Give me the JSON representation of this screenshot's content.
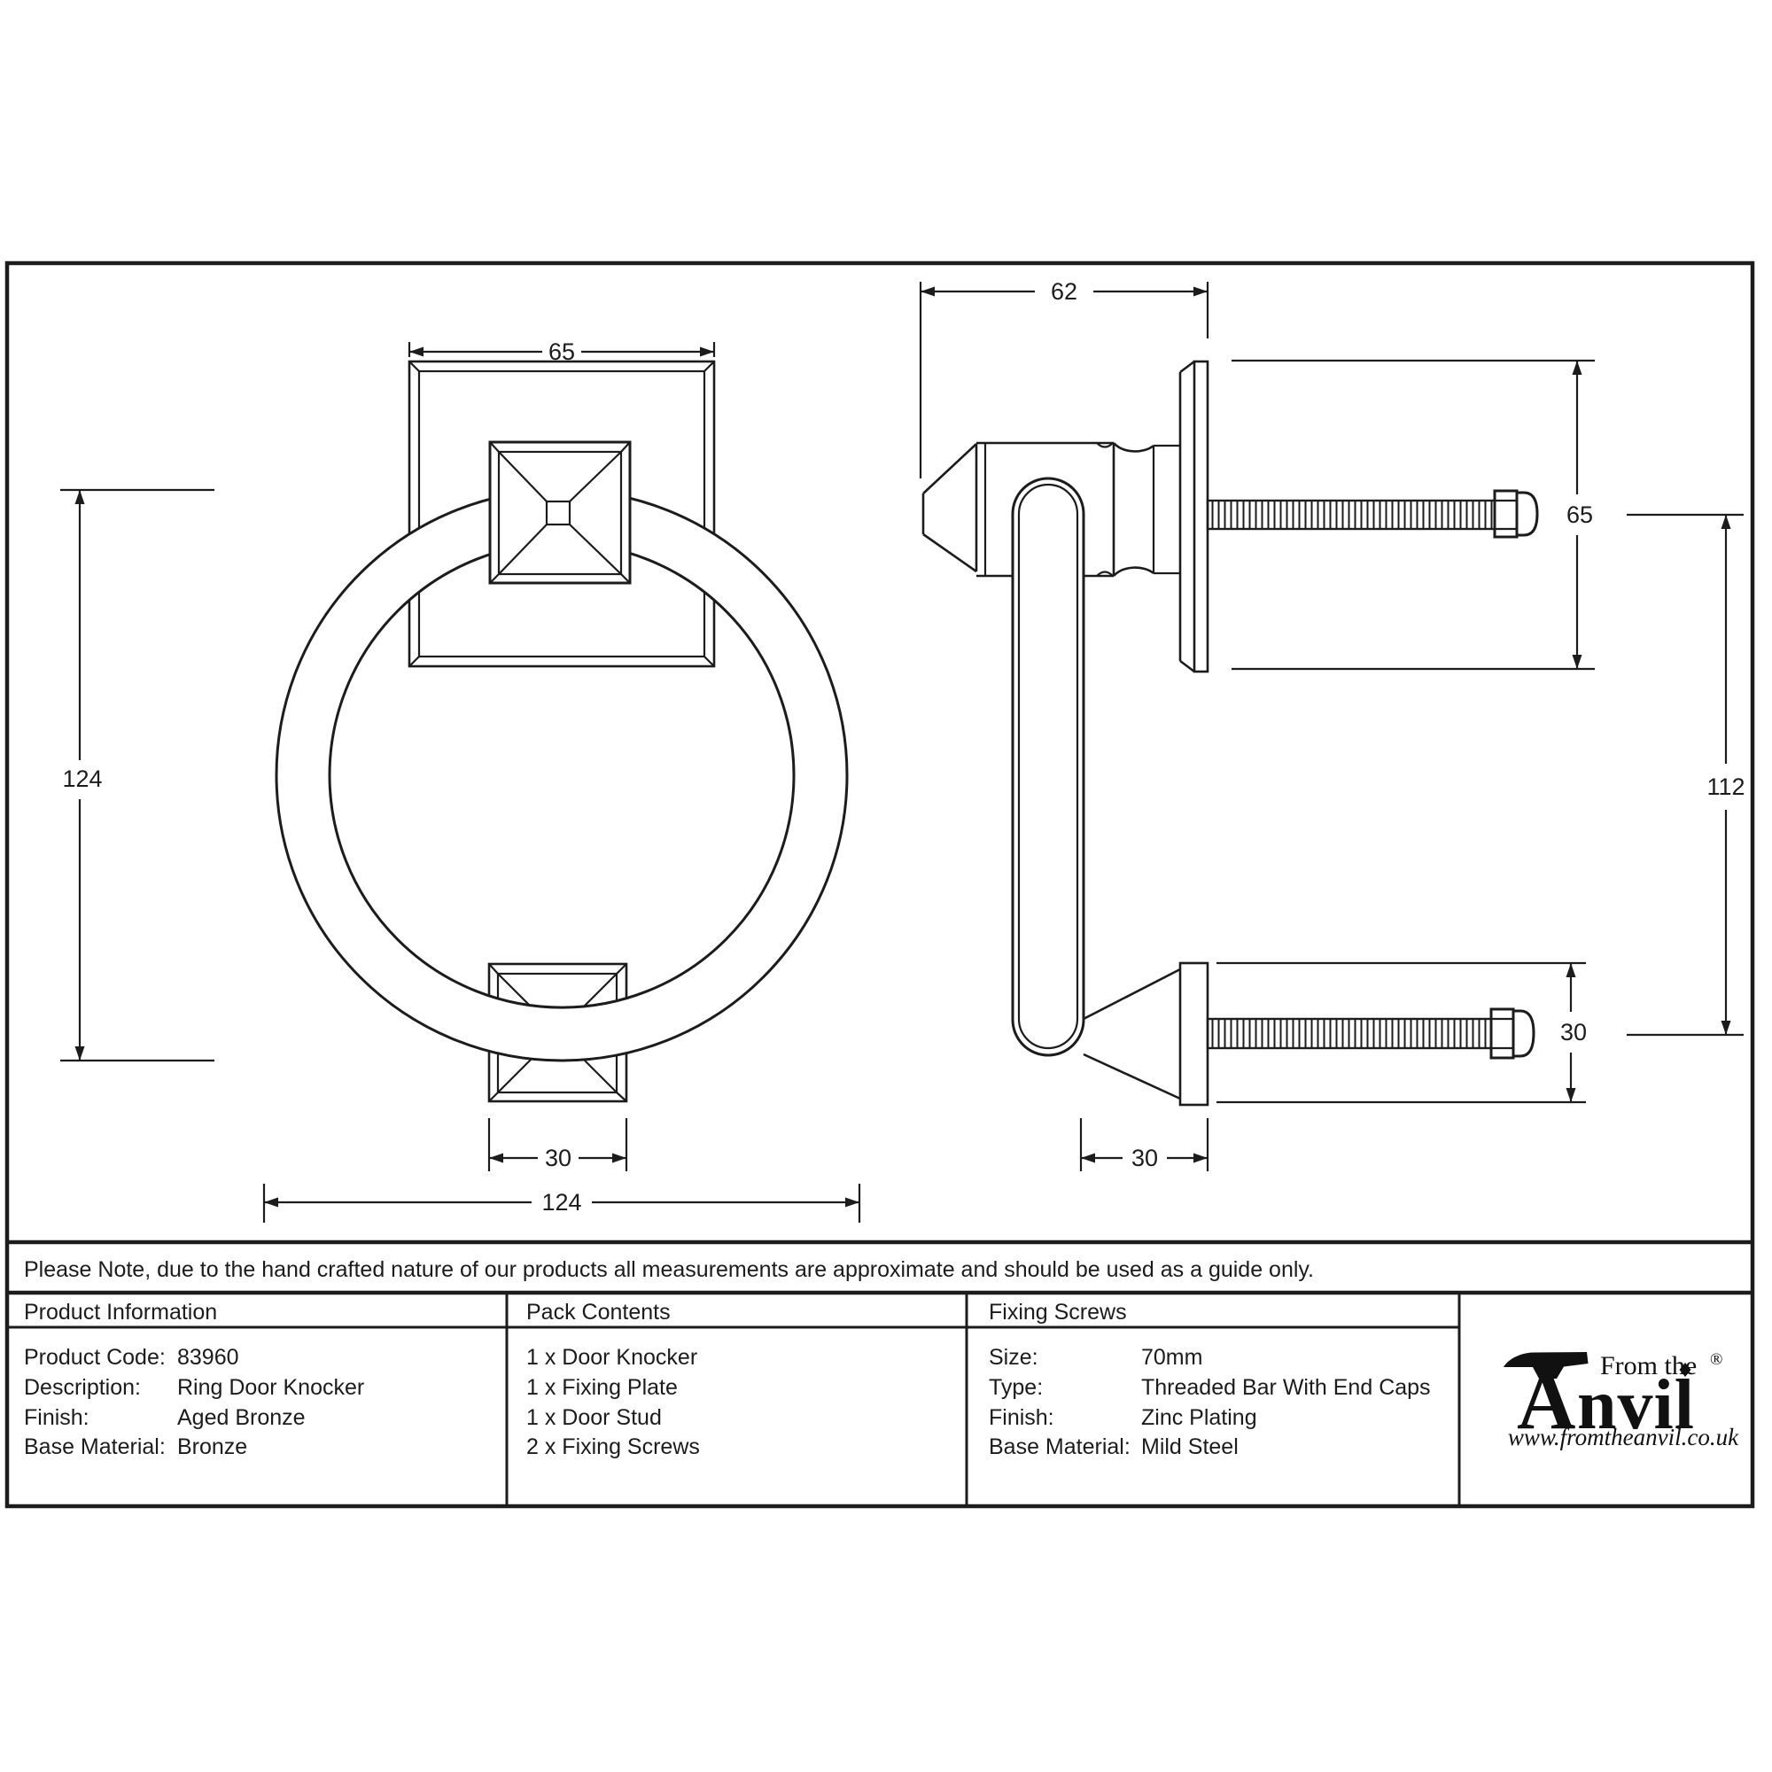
{
  "note": "Please Note, due to the hand crafted nature of our products all measurements are approximate and should be used as a guide only.",
  "front_view": {
    "plate_width": "65",
    "overall_height": "124",
    "stud_width": "30",
    "overall_width": "124"
  },
  "side_view": {
    "depth": "62",
    "plate_height": "65",
    "fixing_centres": "112",
    "stud_plate_height": "30",
    "stud_depth": "30"
  },
  "table": {
    "product_info": {
      "header": "Product Information",
      "rows": [
        {
          "label": "Product Code:",
          "value": "83960"
        },
        {
          "label": "Description:",
          "value": "Ring Door Knocker"
        },
        {
          "label": "Finish:",
          "value": "Aged Bronze"
        },
        {
          "label": "Base Material:",
          "value": "Bronze"
        }
      ]
    },
    "pack_contents": {
      "header": "Pack Contents",
      "items": [
        {
          "text": "1 x Door Knocker"
        },
        {
          "text": "1 x Fixing Plate"
        },
        {
          "text": "1 x Door Stud"
        },
        {
          "text": "2 x Fixing Screws"
        }
      ]
    },
    "fixing_screws": {
      "header": "Fixing Screws",
      "rows": [
        {
          "label": "Size:",
          "value": "70mm"
        },
        {
          "label": "Type:",
          "value": "Threaded Bar With End Caps"
        },
        {
          "label": "Finish:",
          "value": "Zinc Plating"
        },
        {
          "label": "Base Material:",
          "value": "Mild Steel"
        }
      ]
    }
  },
  "logo": {
    "brand_a": "A",
    "brand_rest": "nvil",
    "tagline": "From the",
    "registered": "®",
    "url": "www.fromtheanvil.co.uk"
  }
}
